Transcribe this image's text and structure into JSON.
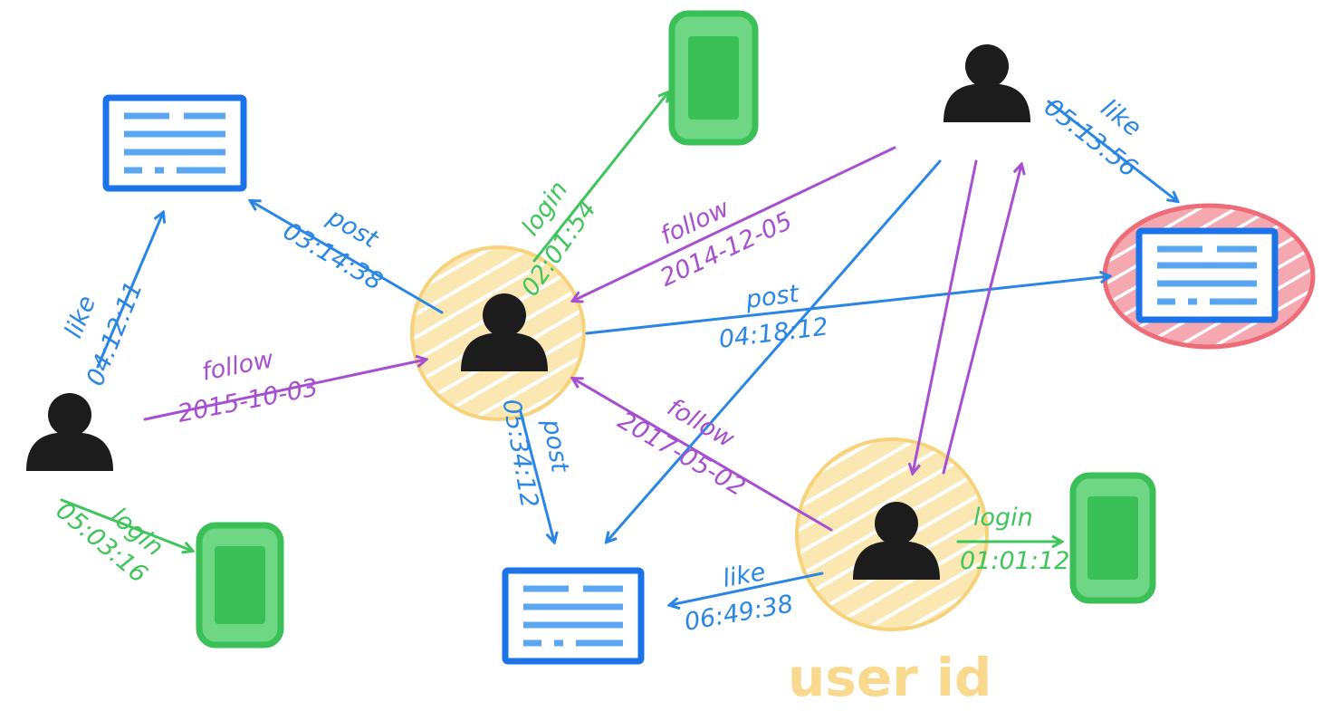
{
  "colors": {
    "follow": "#a64fd0",
    "post": "#2a86e4",
    "like": "#2a86e4",
    "login": "#3fc55c",
    "user": "#1c1c1c",
    "post_box": "#1a73e8",
    "device": "#3bbf57",
    "highlight_user": "#f8d27a",
    "highlight_post": "#ee6b78"
  },
  "icons": {
    "user": "user-icon",
    "post": "post-document-icon",
    "device": "phone-icon"
  },
  "diagram": {
    "highlight_caption": "user id",
    "edges": [
      {
        "type": "follow",
        "label": "follow",
        "value": "2015-10-03"
      },
      {
        "type": "like",
        "label": "like",
        "value": "04:12:11"
      },
      {
        "type": "login",
        "label": "login",
        "value": "05:03:16"
      },
      {
        "type": "post",
        "label": "post",
        "value": "03:14:38"
      },
      {
        "type": "login",
        "label": "login",
        "value": "02:01:54"
      },
      {
        "type": "follow",
        "label": "follow",
        "value": "2014-12-05"
      },
      {
        "type": "post",
        "label": "post",
        "value": "04:18:12"
      },
      {
        "type": "post",
        "label": "post",
        "value": "05:34:12"
      },
      {
        "type": "follow",
        "label": "follow",
        "value": "2017-05-02"
      },
      {
        "type": "like",
        "label": "like",
        "value": "05:13:56"
      },
      {
        "type": "like",
        "label": "like",
        "value": "06:49:38"
      },
      {
        "type": "login",
        "label": "login",
        "value": "01:01:12"
      }
    ]
  }
}
